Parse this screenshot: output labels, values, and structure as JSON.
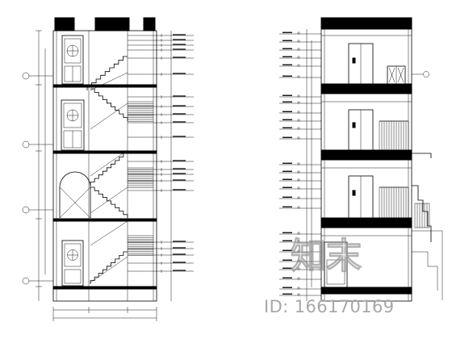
{
  "drawing": {
    "type": "stair-section-elevation",
    "views": [
      "left-section",
      "right-section"
    ],
    "levels": 4,
    "stroke_color": "#000000",
    "background": "#ffffff"
  },
  "watermark": {
    "logo_text": "知末",
    "id_text": "ID: 166170169",
    "color": "#a7a7a7"
  }
}
